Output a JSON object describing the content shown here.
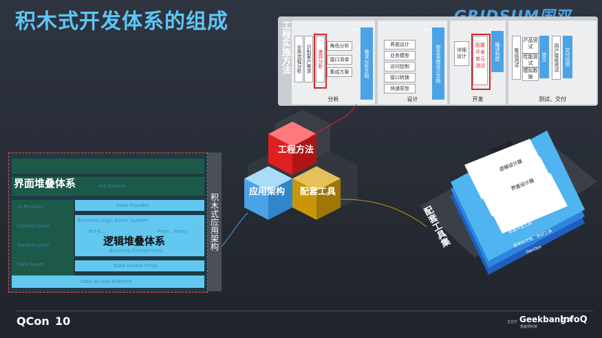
{
  "title": "积木式开发体系的组成",
  "brand": "GRIDSUM国双",
  "process": {
    "label": "工程实施方法",
    "phases": [
      {
        "name": "分析"
      },
      {
        "name": "设计"
      },
      {
        "name": "开发"
      },
      {
        "name": "测试、交付"
      }
    ],
    "analysis_vert": [
      "业务流程分析",
      "识别客户需求",
      "差异分析"
    ],
    "analysis_items": [
      "角色分析",
      "接口清单",
      "集成方案"
    ],
    "analysis_out": "需求分析文档",
    "design_items": [
      "界面设计",
      "业务模型",
      "访问控制",
      "接口转换",
      "快速原型"
    ],
    "design_out": "提交系统设计文档",
    "dev_vert": [
      "详细设计",
      "配置开发单元测试"
    ],
    "dev_out": "编译构建",
    "test_vert": [
      "集成测试",
      "提交",
      "用户接收测试"
    ],
    "test_items": [
      "产品测试",
      "性能测试",
      "模拟数据"
    ],
    "test_out": "交付应用",
    "tiny_labels": [
      "评审",
      "评审"
    ],
    "highlight_color": "#e02020"
  },
  "cubes": {
    "top": "工程方法",
    "left": "应用架构",
    "right": "配套工具",
    "colors": {
      "top": "#e02020",
      "left": "#4aa3e6",
      "right": "#c8960a"
    }
  },
  "left_panel": {
    "ui_stack": "界面堆叠体系",
    "logic_stack": "逻辑堆叠体系",
    "layers": [
      "Data Provider",
      "Business Logic Event System",
      "Pre-E...",
      "Post-...Proxy",
      "Business Components",
      "Data Access Proxy",
      "Data Access Platform",
      "UI Provider",
      "Control Layer",
      "Service Layer",
      "Data Layer",
      "...ect System"
    ],
    "vertical_label": "积木式应用架构"
  },
  "toolset": {
    "label": "配套工具集",
    "sheets": [
      "流程设计器",
      "逻辑设计器",
      "界面设计器"
    ],
    "layers": [
      "配套开发工具",
      "自动化文档、测试工具",
      "DevOps"
    ]
  },
  "footer": {
    "qcon": "QCon",
    "qcon_num": "10",
    "sponsor": "主办方",
    "geek": "Geekbang>",
    "geek_sub": "极客邦科技",
    "infoq": "InfoQ"
  }
}
